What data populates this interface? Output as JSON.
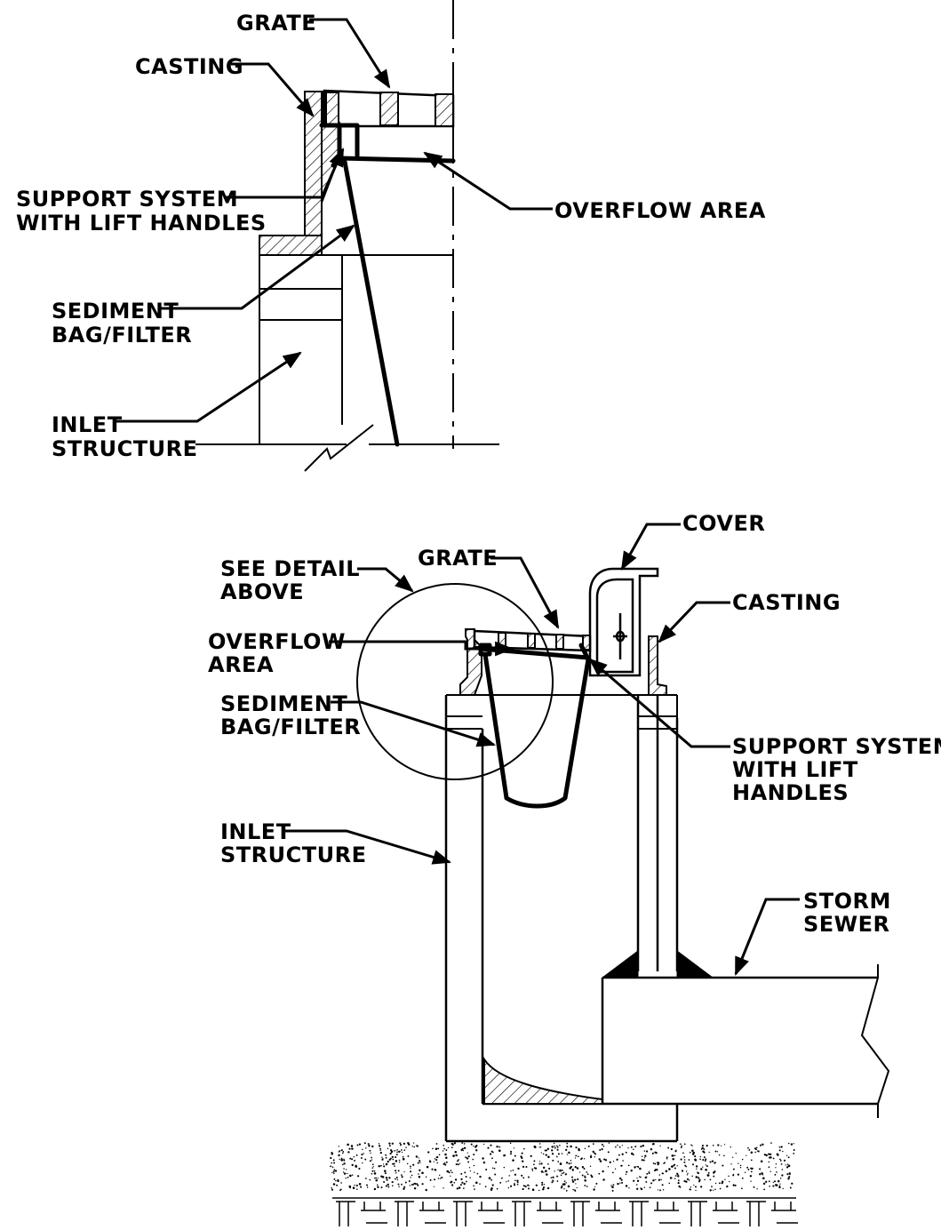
{
  "detail_view": {
    "labels": {
      "grate": "GRATE",
      "casting": "CASTING",
      "support_line1": "SUPPORT SYSTEM",
      "support_line2": "WITH LIFT HANDLES",
      "overflow": "OVERFLOW AREA",
      "sediment_line1": "SEDIMENT",
      "sediment_line2": "BAG/FILTER",
      "inlet_line1": "INLET",
      "inlet_line2": "STRUCTURE"
    }
  },
  "section_view": {
    "labels": {
      "cover": "COVER",
      "grate": "GRATE",
      "see_detail_line1": "SEE DETAIL",
      "see_detail_line2": "ABOVE",
      "casting": "CASTING",
      "overflow_line1": "OVERFLOW",
      "overflow_line2": "AREA",
      "sediment_line1": "SEDIMENT",
      "sediment_line2": "BAG/FILTER",
      "support_line1": "SUPPORT SYSTEM",
      "support_line2": "WITH LIFT",
      "support_line3": "HANDLES",
      "inlet_line1": "INLET",
      "inlet_line2": "STRUCTURE",
      "storm_line1": "STORM",
      "storm_line2": "SEWER"
    }
  }
}
